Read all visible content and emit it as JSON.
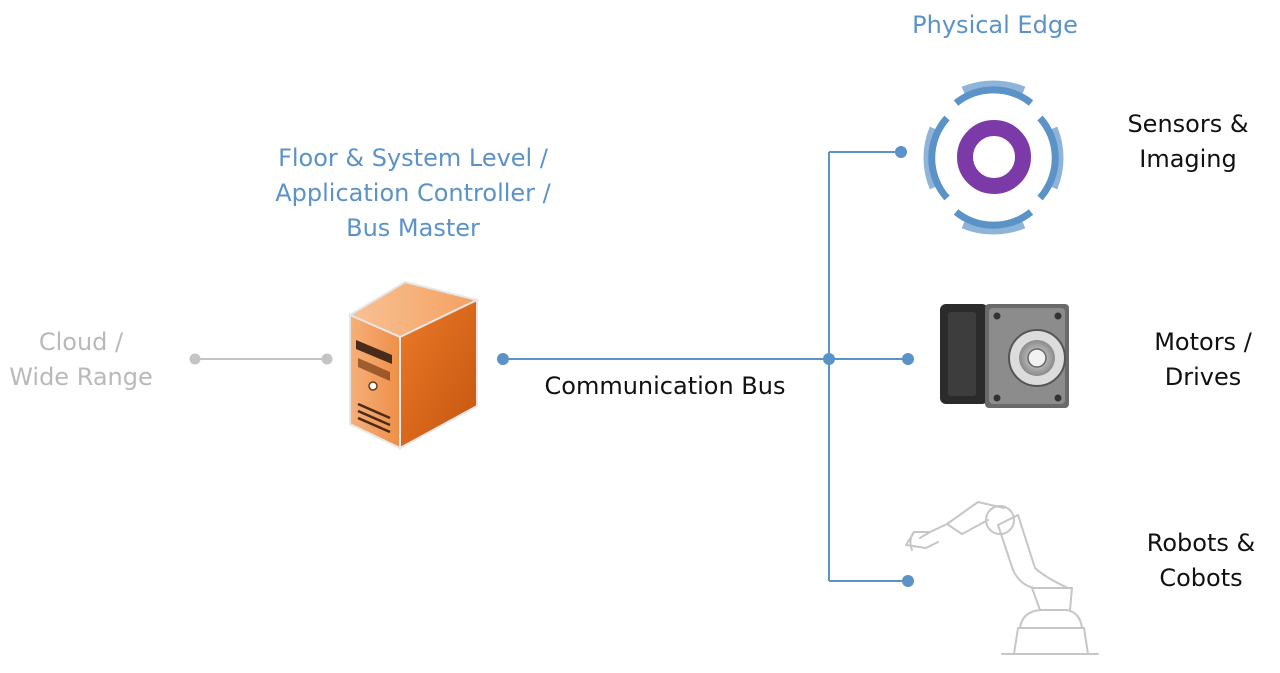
{
  "edge_title": "Physical Edge",
  "controller": {
    "line1": "Floor & System Level /",
    "line2": "Application Controller /",
    "line3": "Bus Master"
  },
  "cloud": {
    "line1": "Cloud /",
    "line2": "Wide Range"
  },
  "bus_label": "Communication Bus",
  "devices": {
    "sensors": {
      "line1": "Sensors &",
      "line2": "Imaging"
    },
    "motors": {
      "line1": "Motors /",
      "line2": "Drives"
    },
    "robots": {
      "line1": "Robots &",
      "line2": "Cobots"
    }
  },
  "colors": {
    "bus": "#5b93c8",
    "cloud_link": "#c4c4c4",
    "server": "#e8762b",
    "sensor_ring": "#7b3aa8"
  },
  "icons": [
    "server-icon",
    "sensor-icon",
    "motor-icon",
    "robot-arm-icon"
  ]
}
